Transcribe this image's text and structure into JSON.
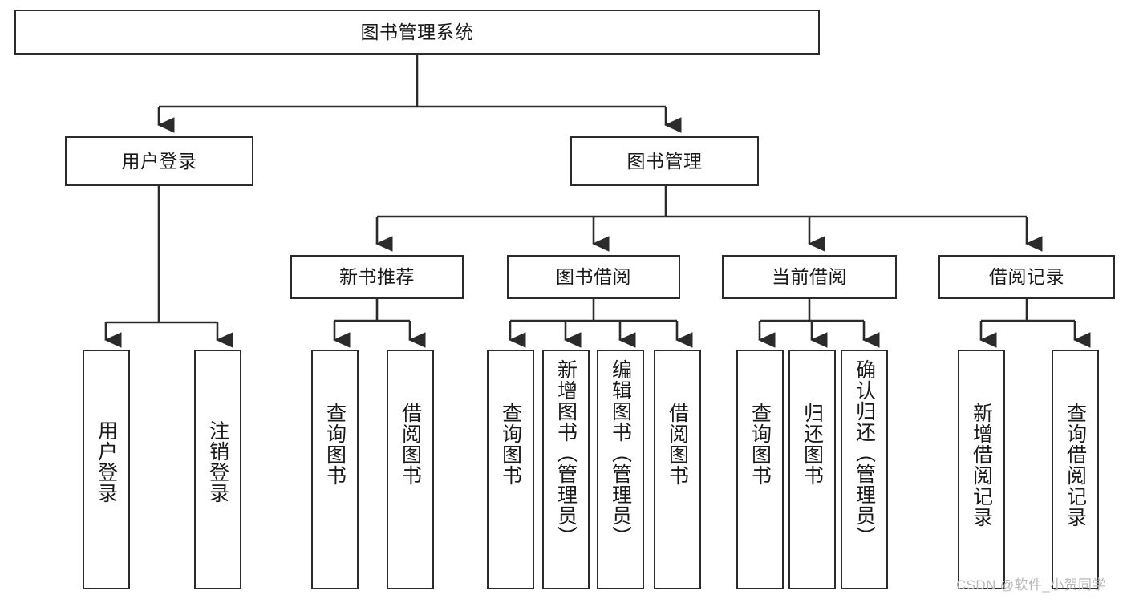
{
  "diagram": {
    "title": "图书管理系统",
    "type": "hierarchy-tree",
    "stroke_color": "#2b2b2b",
    "fill_color": "#ffffff",
    "text_color": "#1a1a1a",
    "root": {
      "label": "图书管理系统"
    },
    "level2": [
      {
        "label": "用户登录"
      },
      {
        "label": "图书管理"
      }
    ],
    "level3": [
      {
        "label": "新书推荐"
      },
      {
        "label": "图书借阅"
      },
      {
        "label": "当前借阅"
      },
      {
        "label": "借阅记录"
      }
    ],
    "leaves": {
      "user_login": [
        {
          "label": "用户登录"
        },
        {
          "label": "注销登录"
        }
      ],
      "new_book_recommend": [
        {
          "label": "查询图书"
        },
        {
          "label": "借阅图书"
        }
      ],
      "book_borrow": [
        {
          "label": "查询图书"
        },
        {
          "label": "新增图书（管理员）"
        },
        {
          "label": "编辑图书（管理员）"
        },
        {
          "label": "借阅图书"
        }
      ],
      "current_borrow": [
        {
          "label": "查询图书"
        },
        {
          "label": "归还图书"
        },
        {
          "label": "确认归还（管理员）"
        }
      ],
      "borrow_record": [
        {
          "label": "新增借阅记录"
        },
        {
          "label": "查询借阅记录"
        }
      ]
    }
  },
  "watermark": {
    "text": "CSDN @软件_小贺同学"
  }
}
